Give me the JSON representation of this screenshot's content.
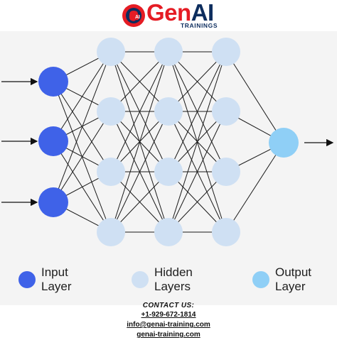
{
  "brand": {
    "name_main": "Gen",
    "name_accent": "AI",
    "subtitle": "TRAININGS",
    "colors": {
      "red": "#e51c24",
      "navy": "#0d2d5e"
    }
  },
  "network": {
    "layers": [
      {
        "type": "input",
        "nodes": 3
      },
      {
        "type": "hidden",
        "nodes": 4
      },
      {
        "type": "hidden",
        "nodes": 4
      },
      {
        "type": "hidden",
        "nodes": 4
      },
      {
        "type": "output",
        "nodes": 1
      }
    ],
    "input_arrows": 3,
    "output_arrows": 1,
    "colors": {
      "input": "#3f62e8",
      "hidden": "#cfe0f3",
      "output": "#8fcff6",
      "edge": "#1a1a1a"
    }
  },
  "legend": [
    {
      "key": "input",
      "label": "Input\nLayer",
      "color": "#3f62e8"
    },
    {
      "key": "hidden",
      "label": "Hidden\nLayers",
      "color": "#cfe0f3"
    },
    {
      "key": "output",
      "label": "Output\nLayer",
      "color": "#8fcff6"
    }
  ],
  "contact": {
    "title": "CONTACT US:",
    "phone": "+1-929-672-1814",
    "email": "info@genai-training.com",
    "website": "genai-training.com"
  }
}
